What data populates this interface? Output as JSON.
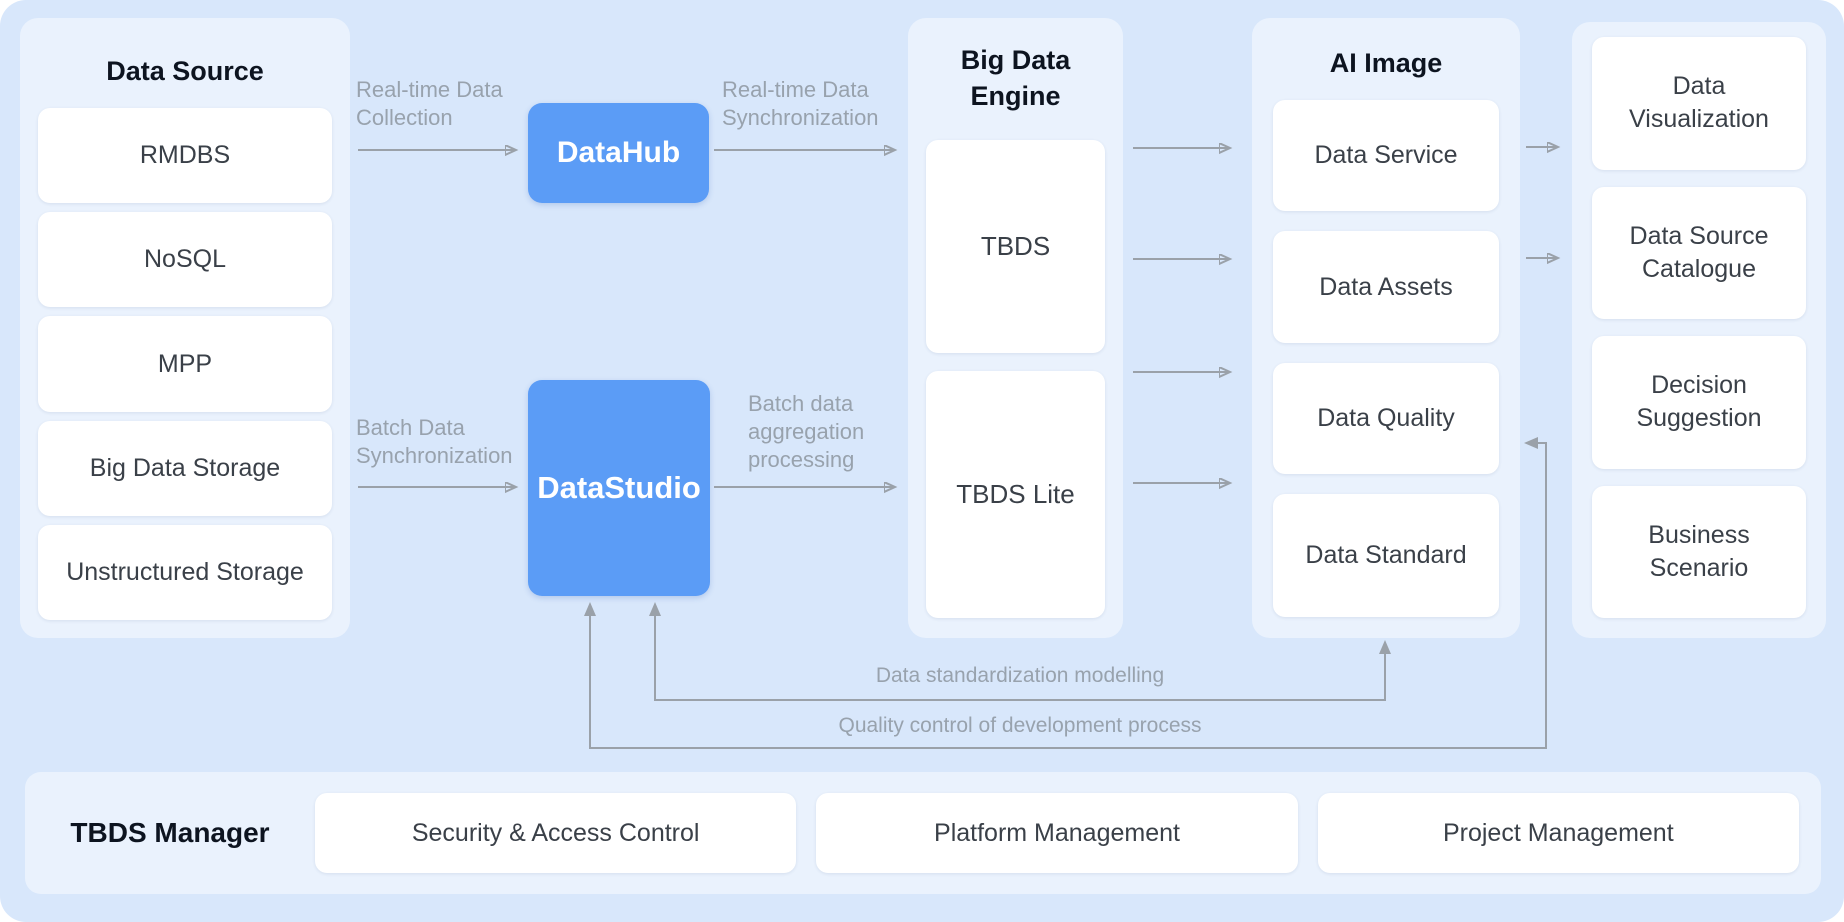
{
  "colors": {
    "background": "#d8e7fb",
    "panel_background": "#eaf2fd",
    "card_background": "#ffffff",
    "accent_blue": "#5b9cf6",
    "arrow_gray": "#9aa1a9",
    "flow_label_gray": "#98a2ad",
    "title_color": "#0d1420",
    "card_text_color": "#3a4048"
  },
  "panels": {
    "data_source": {
      "title": "Data Source",
      "items": [
        "RMDBS",
        "NoSQL",
        "MPP",
        "Big Data Storage",
        "Unstructured Storage"
      ]
    },
    "big_data_engine": {
      "title": "Big Data Engine",
      "items": [
        "TBDS",
        "TBDS Lite"
      ]
    },
    "ai_image": {
      "title": "AI Image",
      "items": [
        "Data Service",
        "Data Assets",
        "Data Quality",
        "Data Standard"
      ]
    },
    "outputs": {
      "items": [
        "Data Visualization",
        "Data Source Catalogue",
        "Decision Suggestion",
        "Business Scenario"
      ]
    },
    "tbds_manager": {
      "title": "TBDS Manager",
      "items": [
        "Security & Access Control",
        "Platform Management",
        "Project Management"
      ]
    }
  },
  "nodes": {
    "datahub": "DataHub",
    "datastudio": "DataStudio"
  },
  "flows": {
    "realtime_collection": "Real-time Data Collection",
    "realtime_sync": "Real-time Data Synchronization",
    "batch_sync": "Batch Data Synchronization",
    "batch_aggregation": "Batch data aggregation processing",
    "standardization": "Data standardization modelling",
    "quality_control": "Quality control of development process"
  }
}
